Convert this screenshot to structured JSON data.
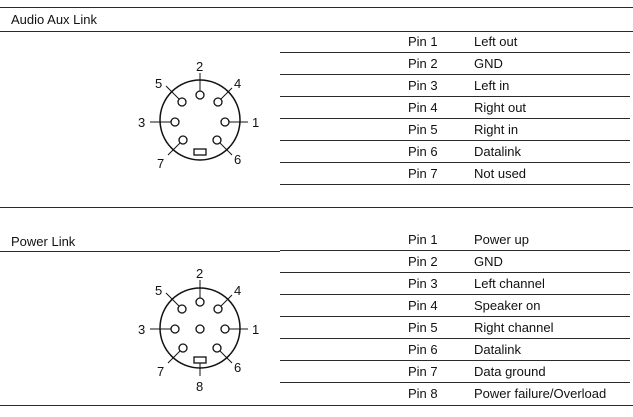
{
  "sections": [
    {
      "title": "Audio Aux Link",
      "connector_pin_numbers": [
        "1",
        "2",
        "3",
        "4",
        "5",
        "6",
        "7"
      ],
      "pins": [
        {
          "pin": "Pin 1",
          "desc": "Left out"
        },
        {
          "pin": "Pin 2",
          "desc": "GND"
        },
        {
          "pin": "Pin 3",
          "desc": "Left in"
        },
        {
          "pin": "Pin 4",
          "desc": "Right out"
        },
        {
          "pin": "Pin 5",
          "desc": "Right in"
        },
        {
          "pin": "Pin 6",
          "desc": "Datalink"
        },
        {
          "pin": "Pin 7",
          "desc": "Not used"
        }
      ]
    },
    {
      "title": "Power Link",
      "connector_pin_numbers": [
        "1",
        "2",
        "3",
        "4",
        "5",
        "6",
        "7",
        "8"
      ],
      "pins": [
        {
          "pin": "Pin 1",
          "desc": "Power up"
        },
        {
          "pin": "Pin 2",
          "desc": "GND"
        },
        {
          "pin": "Pin 3",
          "desc": "Left channel"
        },
        {
          "pin": "Pin 4",
          "desc": "Speaker on"
        },
        {
          "pin": "Pin 5",
          "desc": "Right channel"
        },
        {
          "pin": "Pin 6",
          "desc": "Datalink"
        },
        {
          "pin": "Pin 7",
          "desc": "Data ground"
        },
        {
          "pin": "Pin 8",
          "desc": "Power failure/Overload"
        }
      ]
    }
  ]
}
